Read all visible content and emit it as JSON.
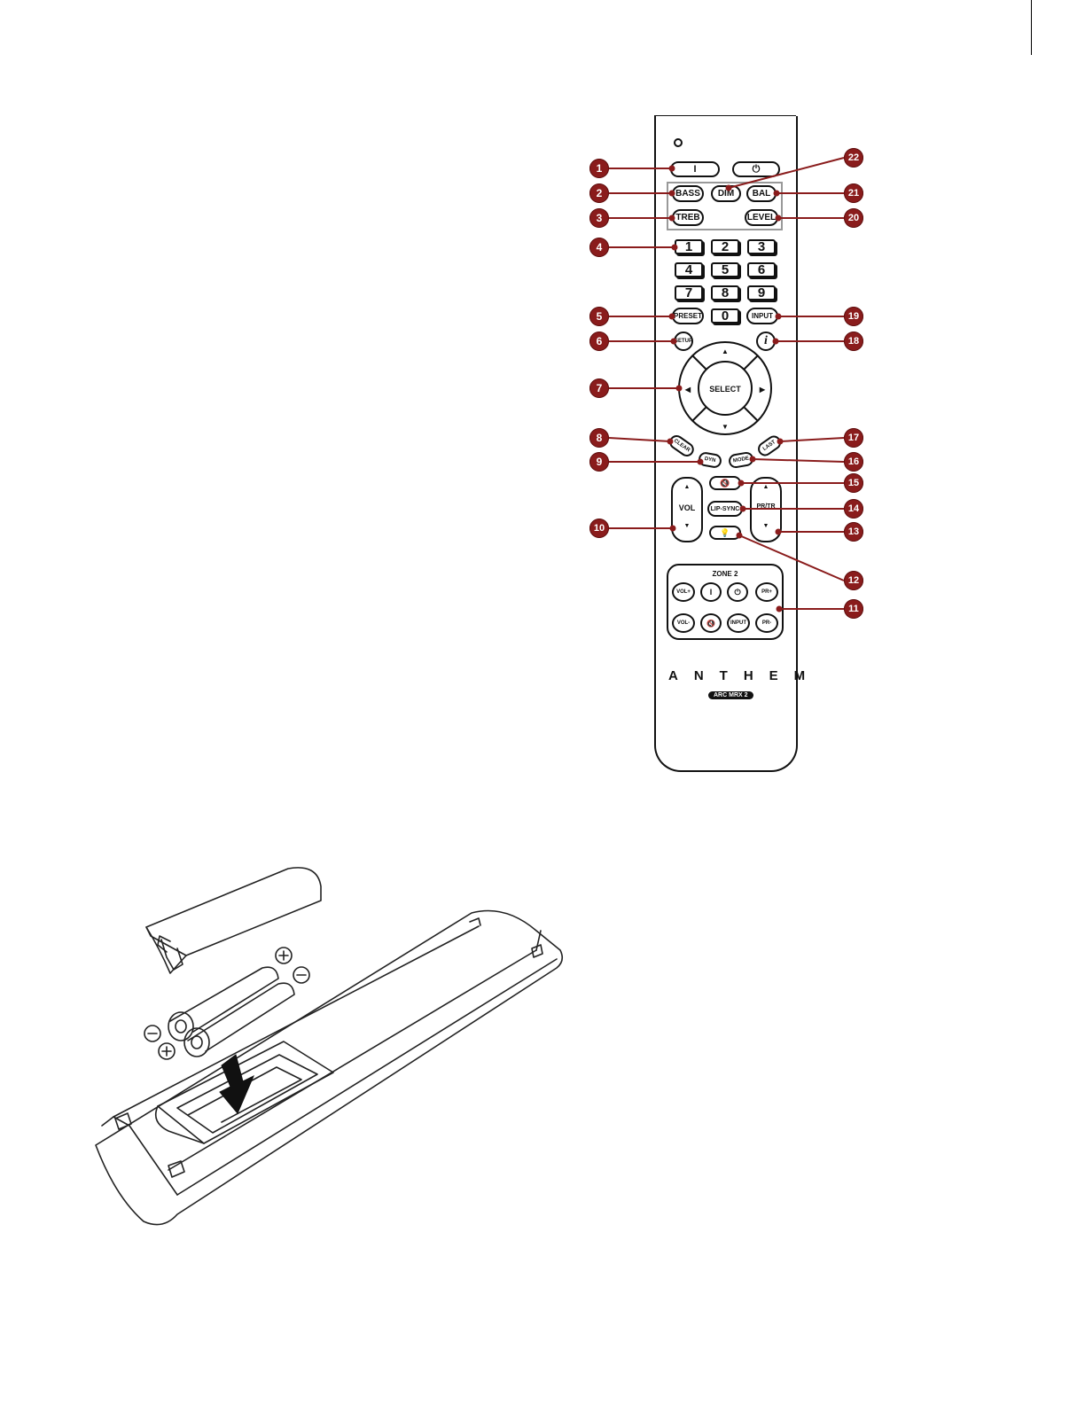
{
  "remote": {
    "top_buttons": {
      "on": "I",
      "off": "⏻"
    },
    "group": {
      "bass": "BASS",
      "dim": "DIM",
      "bal": "BAL",
      "treb": "TREB",
      "level": "LEVEL"
    },
    "numbers": [
      "1",
      "2",
      "3",
      "4",
      "5",
      "6",
      "7",
      "8",
      "9"
    ],
    "zero": "0",
    "preset": "PRESET",
    "input": "INPUT",
    "setup": "SETUP",
    "info": "i",
    "nav": {
      "up": "▲",
      "down": "▼",
      "left": "◀",
      "right": "▶",
      "select": "SELECT"
    },
    "clear": "CLEAR",
    "dyn": "DYN",
    "mode": "MODE",
    "last": "LAST",
    "mute": "🔇",
    "lip_sync": "LIP-SYNC",
    "light": "💡",
    "vol": {
      "label": "VOL",
      "up": "▲",
      "down": "▼"
    },
    "pr": {
      "label": "PR/TR",
      "up": "▲",
      "down": "▼"
    },
    "zone2": {
      "title": "ZONE 2",
      "row1": [
        "VOL+",
        "I",
        "⏻",
        "PR+"
      ],
      "row2": [
        "VOL-",
        "🔇",
        "INPUT",
        "PR-"
      ]
    },
    "brand": "ANTHEM",
    "model": "ARC MRX 2"
  },
  "callouts": [
    "1",
    "2",
    "3",
    "4",
    "5",
    "6",
    "7",
    "8",
    "9",
    "10",
    "11",
    "12",
    "13",
    "14",
    "15",
    "16",
    "17",
    "18",
    "19",
    "20",
    "21",
    "22"
  ],
  "colors": {
    "callout": "#8a1c1c",
    "outline": "#111111"
  }
}
